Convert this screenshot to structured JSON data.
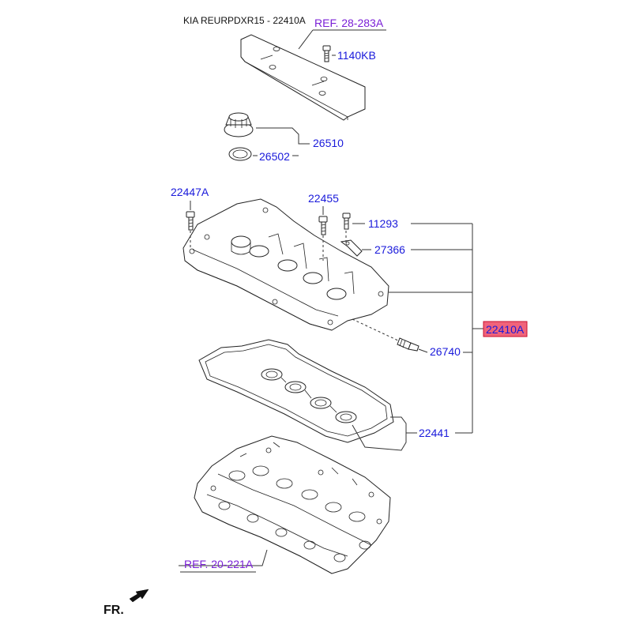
{
  "title": "KIA REURPDXR15 - 22410A",
  "fr_label": "FR.",
  "refs": {
    "top": "REF. 28-283A",
    "bottom": "REF. 20-221A"
  },
  "parts": {
    "p1140kb": "1140KB",
    "p26510": "26510",
    "p26502": "26502",
    "p22447a": "22447A",
    "p22455": "22455",
    "p11293": "11293",
    "p27366": "27366",
    "p22410a": "22410A",
    "p26740": "26740",
    "p22441": "22441"
  },
  "colors": {
    "part_label": "#1a1adb",
    "ref_label": "#7a1fd6",
    "highlight_fill": "#f0637a",
    "highlight_border": "#c8102e"
  }
}
